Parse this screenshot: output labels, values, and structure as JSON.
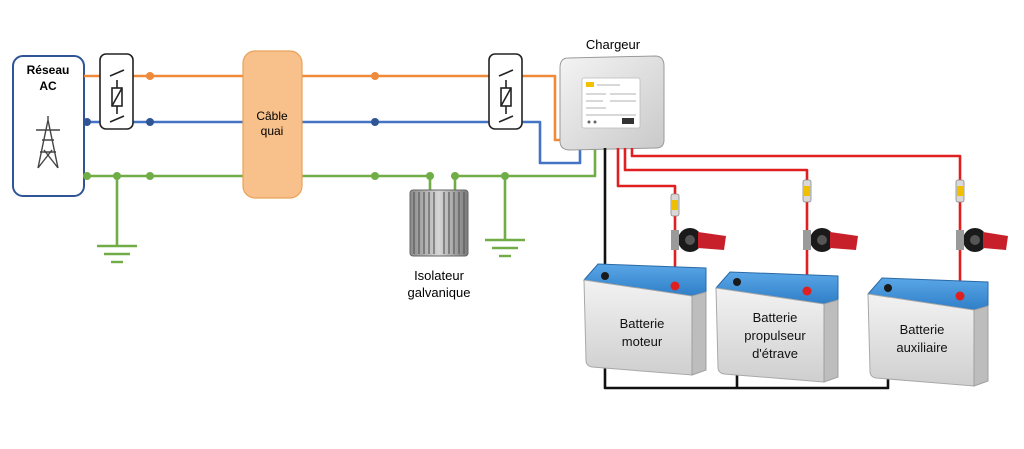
{
  "labels": {
    "grid_line1": "Réseau",
    "grid_line2": "AC",
    "cable_line1": "Câble",
    "cable_line2": "quai",
    "charger": "Chargeur",
    "isolator_line1": "Isolateur",
    "isolator_line2": "galvanique",
    "battery_engine_line1": "Batterie",
    "battery_engine_line2": "moteur",
    "battery_bow_line1": "Batterie",
    "battery_bow_line2": "propulseur",
    "battery_bow_line3": "d'étrave",
    "battery_aux_line1": "Batterie",
    "battery_aux_line2": "auxiliaire"
  },
  "colors": {
    "phase": "#ee8a3a",
    "neutral": "#4472c4",
    "earth": "#70ad47",
    "positive": "#e02020",
    "negative": "#111111",
    "cable_box": "#f8c08a",
    "battery_top": "#3a8fd6",
    "battery_body": "#e6e6e6"
  }
}
